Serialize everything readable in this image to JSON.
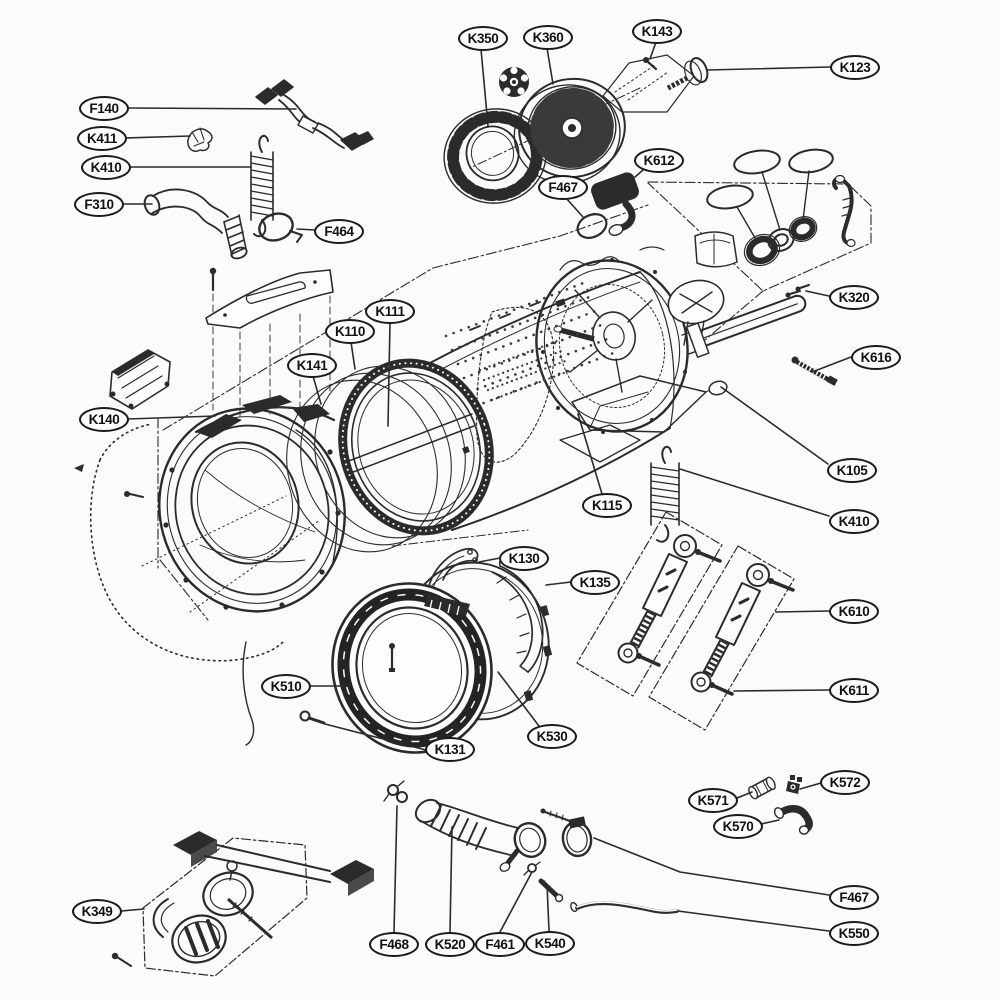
{
  "diagram_type": "washer-exploded-parts-diagram",
  "colors": {
    "background": "#fbfbfa",
    "line": "#2b2b2b",
    "label_text": "#111111",
    "label_border": "#1b1b1b",
    "label_fill": "#fdfdfd"
  },
  "callouts": [
    {
      "text": "F140"
    },
    {
      "text": "K411"
    },
    {
      "text": "K410"
    },
    {
      "text": "F310"
    },
    {
      "text": "F464"
    },
    {
      "text": "K350"
    },
    {
      "text": "K360"
    },
    {
      "text": "K143"
    },
    {
      "text": "K123"
    },
    {
      "text": "K612"
    },
    {
      "text": "F467"
    },
    {
      "text": "K320"
    },
    {
      "text": "K616"
    },
    {
      "text": "K111"
    },
    {
      "text": "K110"
    },
    {
      "text": "K141"
    },
    {
      "text": "K140"
    },
    {
      "text": "K105"
    },
    {
      "text": "K115"
    },
    {
      "text": "K410"
    },
    {
      "text": "K130"
    },
    {
      "text": "K135"
    },
    {
      "text": "K510"
    },
    {
      "text": "K530"
    },
    {
      "text": "K131"
    },
    {
      "text": "K610"
    },
    {
      "text": "K611"
    },
    {
      "text": "K571"
    },
    {
      "text": "K572"
    },
    {
      "text": "K570"
    },
    {
      "text": "F467"
    },
    {
      "text": "K550"
    },
    {
      "text": "K349"
    },
    {
      "text": "F468"
    },
    {
      "text": "K520"
    },
    {
      "text": "F461"
    },
    {
      "text": "K540"
    }
  ]
}
